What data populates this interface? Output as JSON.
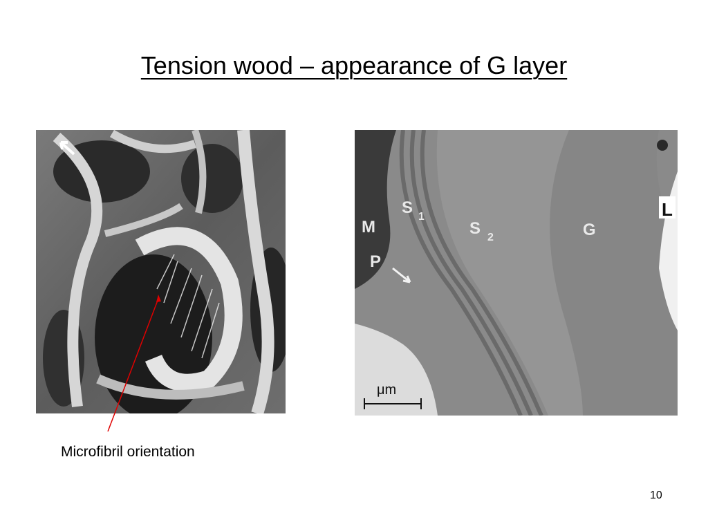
{
  "slide": {
    "title": "Tension wood – appearance of G layer",
    "caption": "Microfibril orientation",
    "page_number": "10"
  },
  "micrograph_labels": {
    "m": "M",
    "s": "S",
    "s1_sub": "1",
    "s2_sub": "2",
    "g": "G",
    "p": "P",
    "l": "L",
    "scale": "μm"
  },
  "colors": {
    "arrow": "#e00000"
  }
}
